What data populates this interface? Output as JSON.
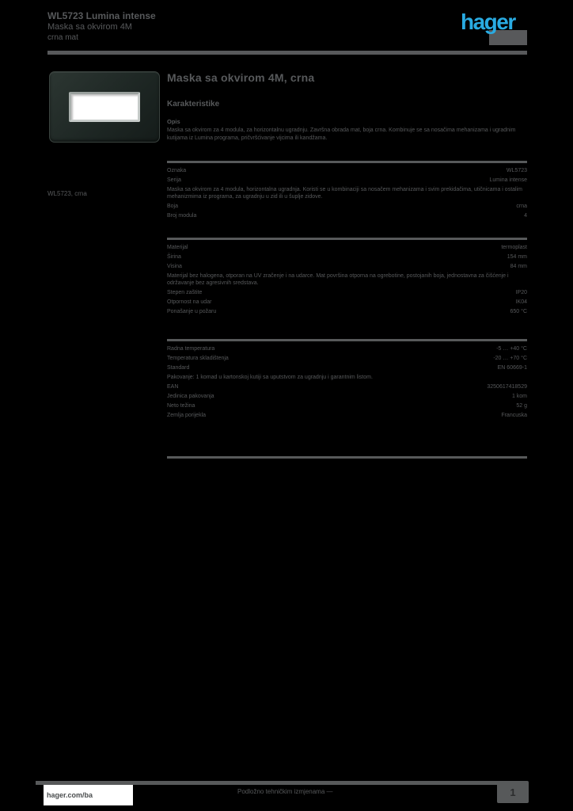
{
  "header": {
    "ref_line": "WL5723 Lumina intense",
    "product_line": "Maska sa okvirom 4M",
    "variant_line": "crna mat",
    "brand": "hager"
  },
  "product_image": {
    "caption": "WL5723, crna"
  },
  "main": {
    "title": "Maska sa okvirom 4M, crna",
    "section_heading": "Karakteristike",
    "description_label": "Opis",
    "description": "Maska sa okvirom za 4 modula, za horizontalnu ugradnju. Završna obrada mat, boja crna. Kombinuje se sa nosačima mehanizama i ugradnim kutijama iz Lumina programa, pričvršćivanje vijcima ili kandžama."
  },
  "sections": [
    {
      "rows": [
        {
          "type": "kv",
          "label": "Oznaka",
          "value": "WL5723"
        },
        {
          "type": "kv",
          "label": "Serija",
          "value": "Lumina intense"
        },
        {
          "type": "text",
          "text": "Maska sa okvirom za 4 modula, horizontalna ugradnja. Koristi se u kombinaciji sa nosačem mehanizama i svim prekidačima, utičnicama i ostalim mehanizmima iz programa, za ugradnju u zid ili u šuplje zidove."
        },
        {
          "type": "kv",
          "label": "Boja",
          "value": "crna"
        },
        {
          "type": "kv",
          "label": "Broj modula",
          "value": "4"
        }
      ]
    },
    {
      "rows": [
        {
          "type": "kv",
          "label": "Materijal",
          "value": "termoplast"
        },
        {
          "type": "kv",
          "label": "Širina",
          "value": "154 mm"
        },
        {
          "type": "kv",
          "label": "Visina",
          "value": "84 mm"
        },
        {
          "type": "text",
          "text": "Materijal bez halogena, otporan na UV zračenje i na udarce. Mat površina otporna na ogrebotine, postojanih boja, jednostavna za čišćenje i održavanje bez agresivnih sredstava."
        },
        {
          "type": "kv",
          "label": "Stepen zaštite",
          "value": "IP20"
        },
        {
          "type": "kv",
          "label": "Otpornost na udar",
          "value": "IK04"
        },
        {
          "type": "kv",
          "label": "Ponašanje u požaru",
          "value": "650 °C"
        }
      ]
    },
    {
      "rows": [
        {
          "type": "kv",
          "label": "Radna temperatura",
          "value": "-5 … +40 °C"
        },
        {
          "type": "kv",
          "label": "Temperatura skladištenja",
          "value": "-20 … +70 °C"
        },
        {
          "type": "kv",
          "label": "Standard",
          "value": "EN 60669-1"
        },
        {
          "type": "text",
          "text": "Pakovanje: 1 komad u kartonskoj kutiji sa uputstvom za ugradnju i garantnim listom."
        },
        {
          "type": "kv",
          "label": "EAN",
          "value": "3250617418529"
        },
        {
          "type": "kv",
          "label": "Jedinica pakovanja",
          "value": "1 kom"
        },
        {
          "type": "kv",
          "label": "Neto težina",
          "value": "52 g"
        },
        {
          "type": "kv",
          "label": "Zemlja porijekla",
          "value": "Francuska"
        }
      ]
    }
  ],
  "footer": {
    "website": "hager.com/ba",
    "note": "Podložno tehničkim izmjenama —",
    "page": "1"
  },
  "colors": {
    "text_gray": "#57595b",
    "brand_blue": "#29abe2",
    "page_bg": "#000000"
  }
}
